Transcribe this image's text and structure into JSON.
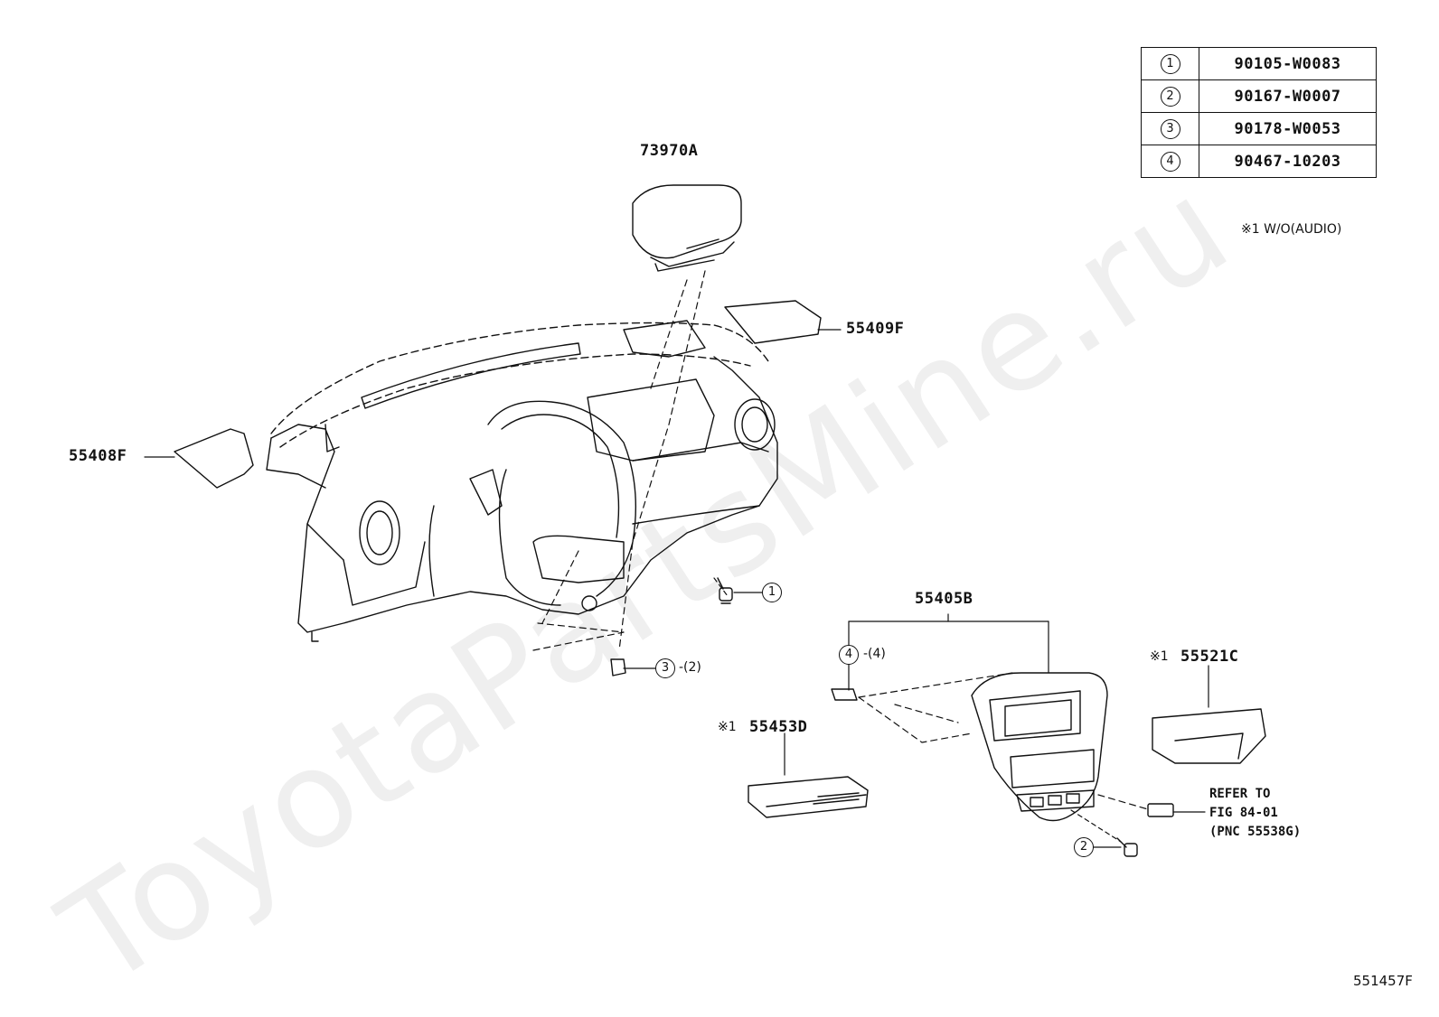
{
  "watermark": "ToyotaPartsMine.ru",
  "callouts": {
    "airbag": "73970A",
    "panel_right": "55409F",
    "panel_left": "55408F",
    "center_cluster": "55405B",
    "pocket_right_mark": "※1",
    "pocket_right": "55521C",
    "pocket_left_mark": "※1",
    "pocket_left": "55453D"
  },
  "note": "※1 W/O(AUDIO)",
  "refer": {
    "line1": "REFER TO",
    "line2": "FIG 84-01",
    "line3": "(PNC 55538G)"
  },
  "fasteners": {
    "f1": "1",
    "f2": "2",
    "f3": "3",
    "f3_qty": "-(2)",
    "f4": "4",
    "f4_qty": "-(4)"
  },
  "parts_table": [
    {
      "ref": "1",
      "part_no": "90105-W0083"
    },
    {
      "ref": "2",
      "part_no": "90167-W0007"
    },
    {
      "ref": "3",
      "part_no": "90178-W0053"
    },
    {
      "ref": "4",
      "part_no": "90467-10203"
    }
  ],
  "figure_code": "551457F"
}
